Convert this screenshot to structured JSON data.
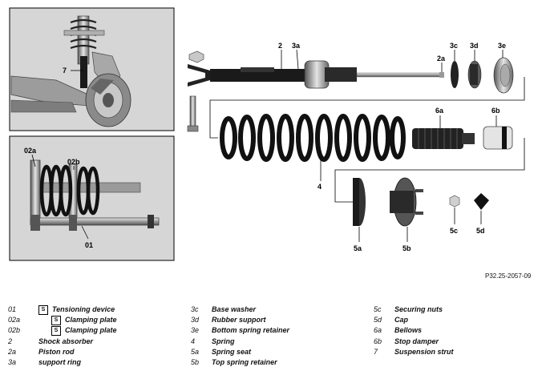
{
  "figure_id": "P32.25-2057-09",
  "callouts": {
    "c7": "7",
    "c02a": "02a",
    "c02b": "02b",
    "c01": "01",
    "c2": "2",
    "c3a": "3a",
    "c2a": "2a",
    "c3c": "3c",
    "c3d": "3d",
    "c3e": "3e",
    "c4": "4",
    "c6a": "6a",
    "c6b": "6b",
    "c5a": "5a",
    "c5b": "5b",
    "c5c": "5c",
    "c5d": "5d"
  },
  "legend": {
    "col1": [
      {
        "code": "01",
        "text": "Tensioning device",
        "tool": true,
        "indent": 1
      },
      {
        "code": "02a",
        "text": "Clamping plate",
        "tool": true,
        "indent": 2
      },
      {
        "code": "02b",
        "text": "Clamping plate",
        "tool": true,
        "indent": 2
      },
      {
        "code": "2",
        "text": "Shock absorber",
        "tool": false,
        "indent": 0
      },
      {
        "code": "2a",
        "text": "Piston rod",
        "tool": false,
        "indent": 0
      },
      {
        "code": "3a",
        "text": "support ring",
        "tool": false,
        "indent": 0
      }
    ],
    "col2": [
      {
        "code": "3c",
        "text": "Base washer"
      },
      {
        "code": "3d",
        "text": "Rubber support"
      },
      {
        "code": "3e",
        "text": "Bottom spring retainer"
      },
      {
        "code": "4",
        "text": "Spring"
      },
      {
        "code": "5a",
        "text": "Spring seat"
      },
      {
        "code": "5b",
        "text": "Top spring retainer"
      }
    ],
    "col3": [
      {
        "code": "5c",
        "text": "Securing nuts"
      },
      {
        "code": "5d",
        "text": "Cap"
      },
      {
        "code": "6a",
        "text": "Bellows"
      },
      {
        "code": "6b",
        "text": "Stop damper"
      },
      {
        "code": "7",
        "text": "Suspension strut"
      }
    ],
    "tool_symbol": "S"
  },
  "colors": {
    "panel_bg": "#d6d6d6",
    "line": "#000000",
    "part_dark": "#1a1a1a",
    "part_mid": "#8a8a8a",
    "part_light": "#cfcfcf"
  }
}
